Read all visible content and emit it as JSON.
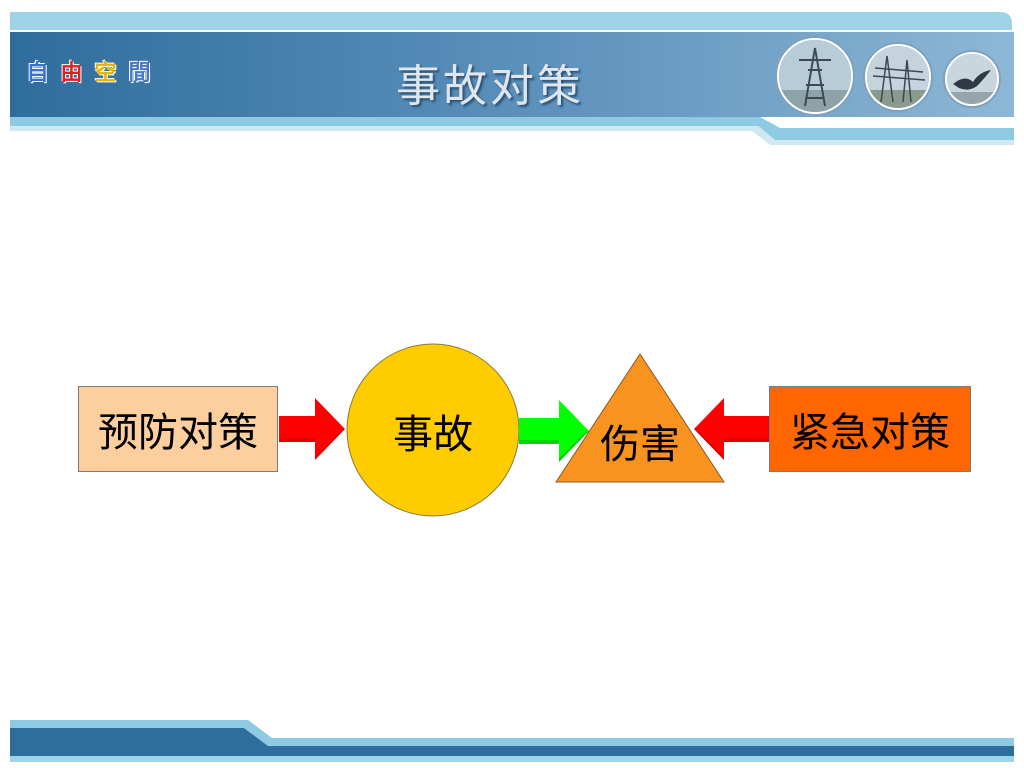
{
  "header": {
    "logo_chars": [
      "自",
      "由",
      "空",
      "間"
    ],
    "logo_colors": [
      "#3a6fd8",
      "#e02020",
      "#e0b400",
      "#4a78c8"
    ],
    "title": "事故对策"
  },
  "diagram": {
    "prevention": "预防对策",
    "accident": "事故",
    "harm": "伤害",
    "emergency": "紧急对策"
  },
  "colors": {
    "banner_dark": "#2f6d9c",
    "banner_light": "#8ecbe2",
    "prevention_fill": "#fdcf9f",
    "accident_fill": "#ffcc00",
    "harm_fill": "#f7931e",
    "emergency_fill": "#ff6600",
    "arrow_red": "#ff0000",
    "arrow_green": "#00ff00"
  },
  "icons": {
    "photo_1": "power-tower-photo",
    "photo_2": "power-lines-photo",
    "photo_3": "bird-photo"
  }
}
